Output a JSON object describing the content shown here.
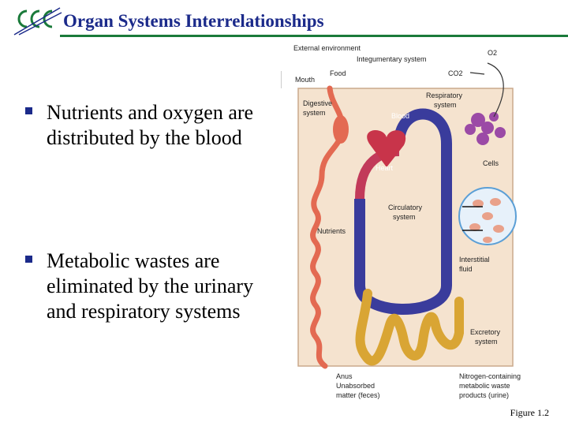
{
  "header": {
    "title": "Organ Systems Interrelationships",
    "logo_text": "ECC",
    "accent_color": "#1a7a3a",
    "title_color": "#1b2a8a"
  },
  "bullets": [
    {
      "text": "Nutrients and oxygen are distributed by the blood"
    },
    {
      "text": "Metabolic wastes are eliminated by the urinary and respiratory systems"
    }
  ],
  "figure": {
    "caption": "Figure 1.2",
    "labels": {
      "external_environment": "External environment",
      "integumentary_system": "Integumentary system",
      "o2": "O2",
      "co2": "CO2",
      "food": "Food",
      "mouth": "Mouth",
      "digestive_system_1": "Digestive",
      "digestive_system_2": "system",
      "respiratory_system_1": "Respiratory",
      "respiratory_system_2": "system",
      "blood": "Blood",
      "heart": "Heart",
      "cells": "Cells",
      "circulatory_system_1": "Circulatory",
      "circulatory_system_2": "system",
      "nutrients": "Nutrients",
      "interstitial_fluid_1": "Interstitial",
      "interstitial_fluid_2": "fluid",
      "excretory_system_1": "Excretory",
      "excretory_system_2": "system",
      "anus": "Anus",
      "unabsorbed_1": "Unabsorbed",
      "unabsorbed_2": "matter (feces)",
      "nitrogen_1": "Nitrogen-containing",
      "nitrogen_2": "metabolic waste",
      "nitrogen_3": "products (urine)"
    }
  }
}
